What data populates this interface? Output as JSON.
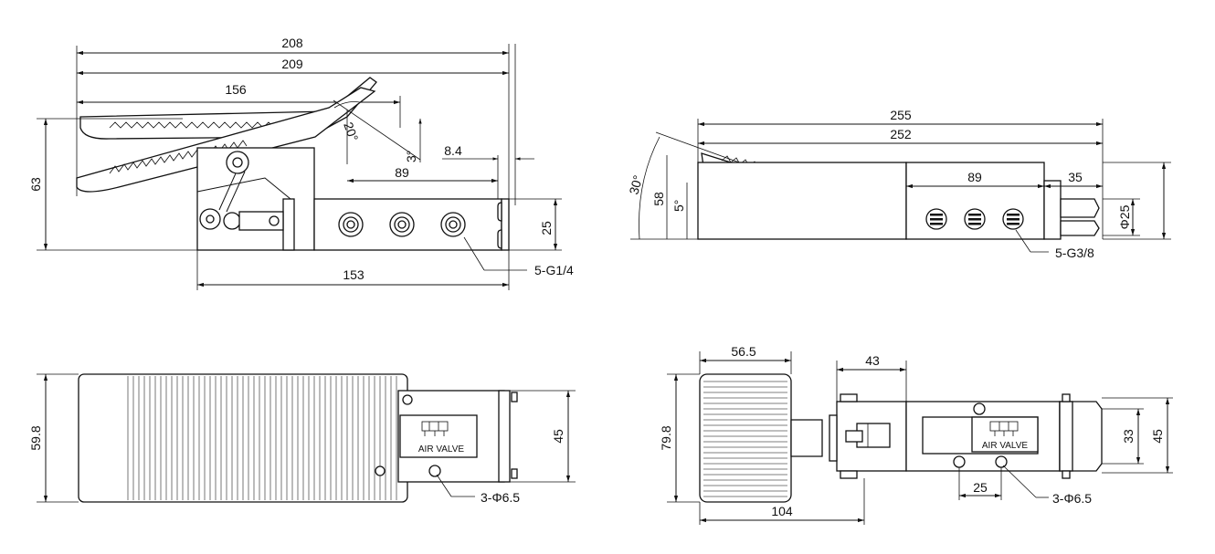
{
  "views": {
    "side": {
      "dims": {
        "overall_208": "208",
        "overall_209": "209",
        "pedal_156": "156",
        "angle_20": "20°",
        "angle_3": "3°",
        "gap_8_4": "8.4",
        "spacing_89": "89",
        "height_63": "63",
        "height_25": "25",
        "base_153": "153"
      },
      "port_callout": "5-G1/4"
    },
    "side_large": {
      "dims": {
        "overall_255": "255",
        "overall_252": "252",
        "spacing_89": "89",
        "end_35": "35",
        "angle_30": "30°",
        "height_58": "58",
        "angle_5": "5°",
        "dia_25": "Φ25"
      },
      "port_callout": "5-G3/8"
    },
    "top": {
      "dims": {
        "width_59_8": "59.8",
        "width_45": "45"
      },
      "label": "AIR VALVE",
      "hole_callout": "3-Φ6.5"
    },
    "top_large": {
      "dims": {
        "pedal_56_5": "56.5",
        "offset_43": "43",
        "width_79_8": "79.8",
        "width_33": "33",
        "width_45": "45",
        "hole_25": "25",
        "length_104": "104"
      },
      "label": "AIR VALVE",
      "hole_callout": "3-Φ6.5"
    }
  }
}
